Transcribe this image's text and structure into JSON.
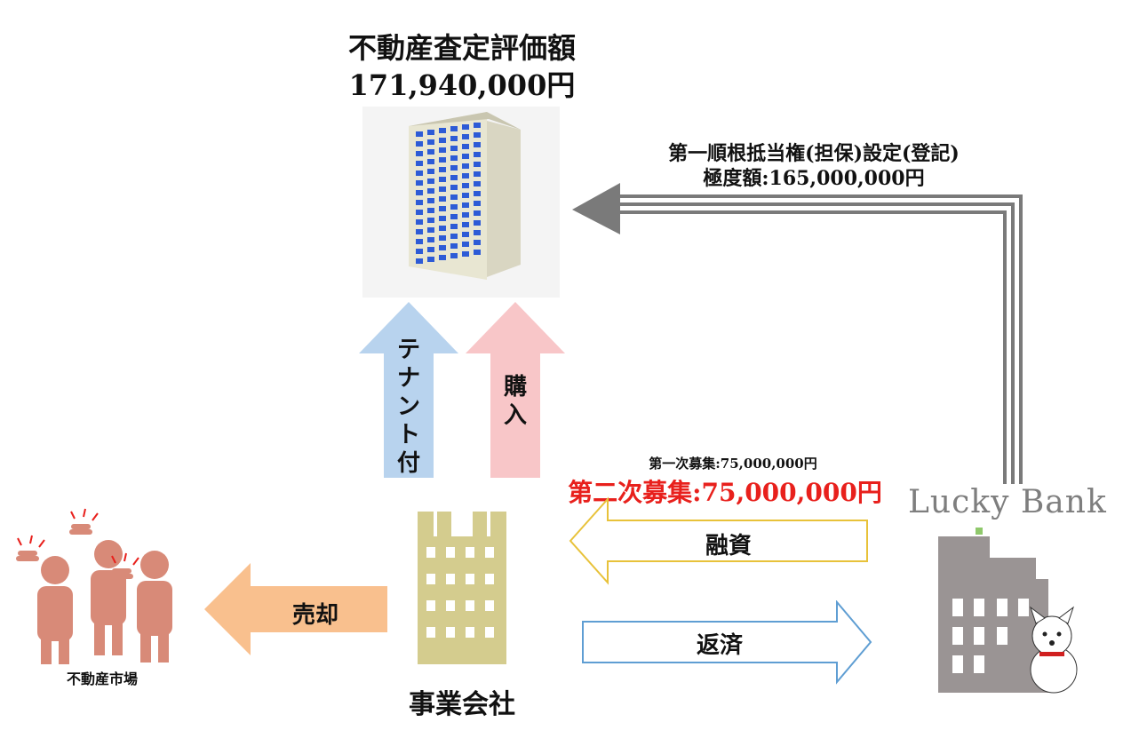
{
  "property": {
    "title": "不動産査定評価額",
    "amount": "171,940,000円"
  },
  "mortgage": {
    "line1": "第一順根抵当権(担保)設定(登記)",
    "line2": "極度額:165,000,000円"
  },
  "arrows": {
    "tenant": "テナント付",
    "purchase": "購入",
    "sale": "売却",
    "loan": "融資",
    "repay": "返済"
  },
  "fundraising": {
    "first": "第一次募集:75,000,000円",
    "second": "第二次募集:75,000,000円"
  },
  "entities": {
    "company": "事業会社",
    "market": "不動産市場",
    "lender": "Lucky Bank"
  },
  "colors": {
    "tenant_arrow": "#b8d3ee",
    "purchase_arrow": "#f8c6c8",
    "sale_arrow": "#f9c08e",
    "loan_arrow_outline": "#e8c23a",
    "repay_arrow_outline": "#5f9ed3",
    "mortgage_arrow": "#7a7a7a",
    "second_raise": "#e8201c",
    "company_building": "#d4cc8e",
    "market_people": "#d88a78",
    "lender_building": "#9a9494"
  },
  "icons": [
    "office-tower-icon",
    "company-building-icon",
    "investors-icon",
    "bank-building-icon",
    "dog-mascot-icon"
  ]
}
